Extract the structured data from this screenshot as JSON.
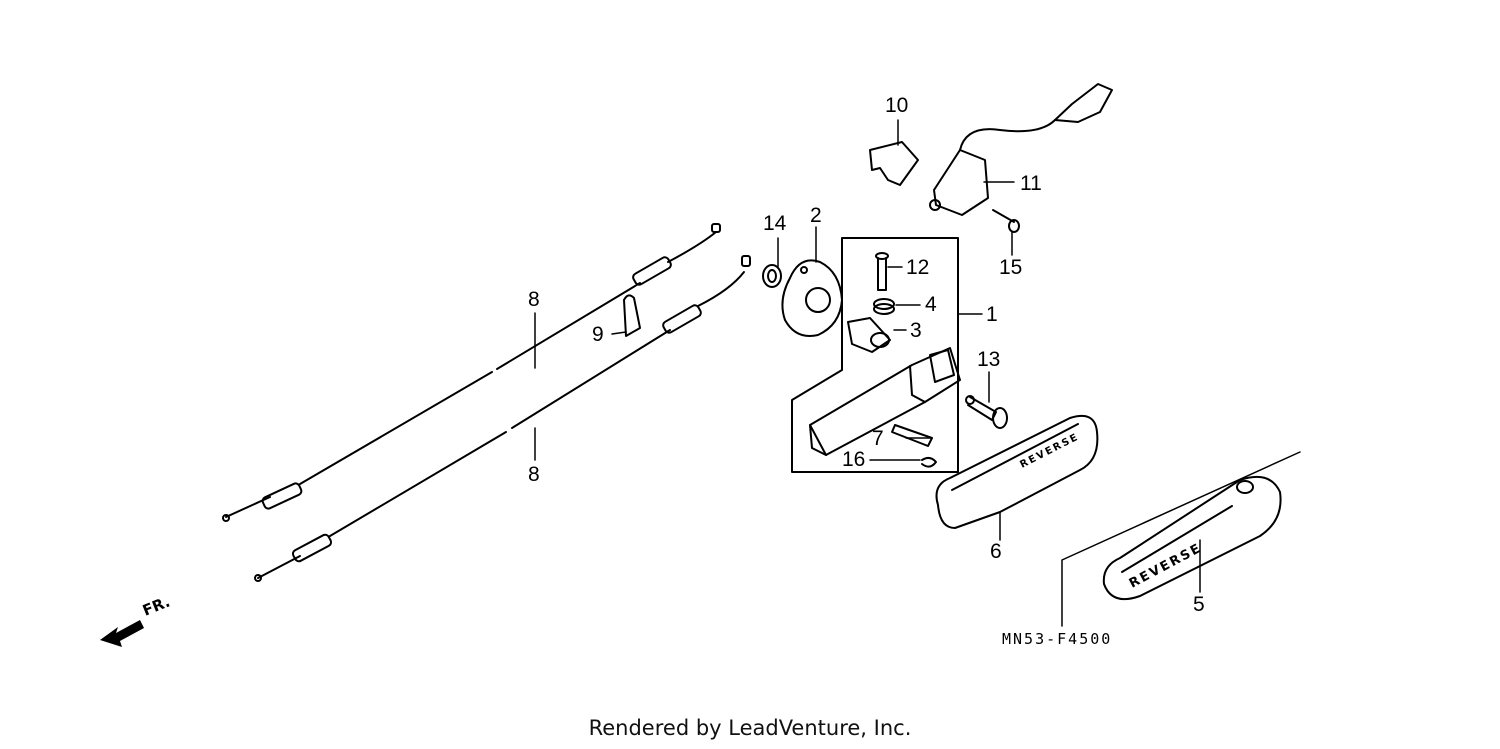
{
  "callouts": {
    "c1": "1",
    "c2": "2",
    "c3": "3",
    "c4": "4",
    "c5": "5",
    "c6": "6",
    "c7": "7",
    "c8a": "8",
    "c8b": "8",
    "c9": "9",
    "c10": "10",
    "c11": "11",
    "c12": "12",
    "c13": "13",
    "c14": "14",
    "c15": "15",
    "c16": "16"
  },
  "diagram_code": "MN53-F4500",
  "direction_label": "FR.",
  "grip_text_6": "REVERSE",
  "grip_text_5": "REVERSE",
  "footer": "Rendered by LeadVenture, Inc."
}
